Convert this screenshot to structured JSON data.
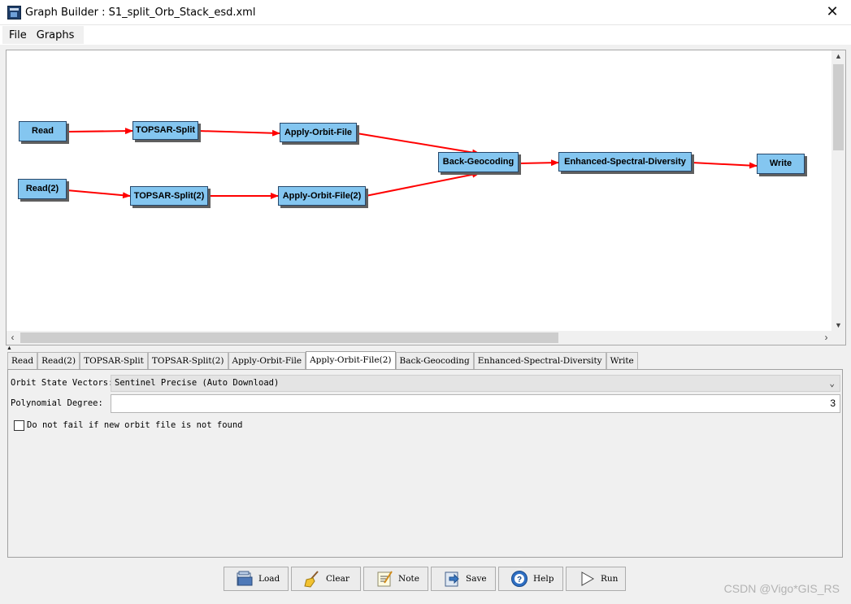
{
  "window": {
    "title": "Graph Builder : S1_split_Orb_Stack_esd.xml",
    "close_glyph": "✕"
  },
  "menu": [
    "File",
    "Graphs"
  ],
  "graph": {
    "nodes": {
      "read": "Read",
      "read2": "Read(2)",
      "topsar_split": "TOPSAR-Split",
      "topsar_split2": "TOPSAR-Split(2)",
      "apply_orbit": "Apply-Orbit-File",
      "apply_orbit2": "Apply-Orbit-File(2)",
      "back_geocoding": "Back-Geocoding",
      "esd": "Enhanced-Spectral-Diversity",
      "write": "Write"
    },
    "edge_color": "#ff0000",
    "node_color": "#84c6f0"
  },
  "tabs": [
    "Read",
    "Read(2)",
    "TOPSAR-Split",
    "TOPSAR-Split(2)",
    "Apply-Orbit-File",
    "Apply-Orbit-File(2)",
    "Back-Geocoding",
    "Enhanced-Spectral-Diversity",
    "Write"
  ],
  "active_tab": "Apply-Orbit-File(2)",
  "form": {
    "orbit_label": "Orbit State Vectors:",
    "orbit_value": "Sentinel Precise (Auto Download)",
    "poly_label": "Polynomial Degree:",
    "poly_value": "3",
    "checkbox_label": "Do not fail if new orbit file is not found",
    "checkbox_checked": false
  },
  "buttons": {
    "load": "Load",
    "clear": "Clear",
    "note": "Note",
    "save": "Save",
    "help": "Help",
    "run": "Run"
  },
  "watermark": "CSDN @Vigo*GIS_RS"
}
